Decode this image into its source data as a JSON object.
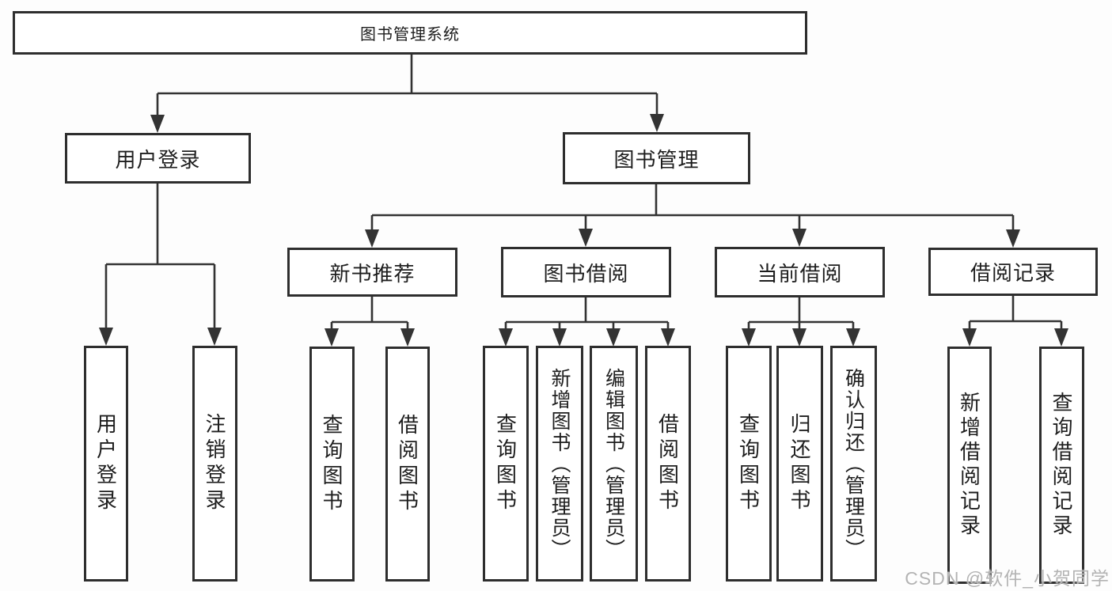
{
  "nodes": {
    "root": "图书管理系统",
    "user_login_group": "用户登录",
    "book_management": "图书管理",
    "new_book_recommend": "新书推荐",
    "book_borrowing": "图书借阅",
    "current_borrowing": "当前借阅",
    "borrowing_records": "借阅记录",
    "user_login": "用户登录",
    "logout": "注销登录",
    "query_books_recommend": "查询图书",
    "borrow_books_recommend": "借阅图书",
    "query_books_borrowing": "查询图书",
    "add_books_admin": "新增图书（管理员）",
    "edit_books_admin": "编辑图书（管理员）",
    "borrow_books_borrowing": "借阅图书",
    "query_books_current": "查询图书",
    "return_books": "归还图书",
    "confirm_return_admin": "确认归还（管理员）",
    "add_borrowing_record": "新增借阅记录",
    "query_borrowing_record": "查询借阅记录"
  },
  "watermark": "CSDN @软件_小贺同学",
  "colors": {
    "line": "#333333",
    "box_border": "#2e2e2e",
    "text": "#1e1e1e",
    "watermark": "#b3b3b3",
    "background": "#fdfdfd"
  }
}
